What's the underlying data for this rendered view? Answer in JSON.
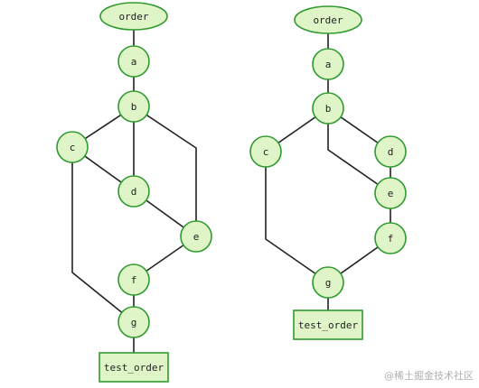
{
  "diagrams": [
    {
      "nodes": [
        {
          "id": "order",
          "label": "order",
          "shape": "ellipse"
        },
        {
          "id": "a",
          "label": "a",
          "shape": "circle"
        },
        {
          "id": "b",
          "label": "b",
          "shape": "circle"
        },
        {
          "id": "c",
          "label": "c",
          "shape": "circle"
        },
        {
          "id": "d",
          "label": "d",
          "shape": "circle"
        },
        {
          "id": "e",
          "label": "e",
          "shape": "circle"
        },
        {
          "id": "f",
          "label": "f",
          "shape": "circle"
        },
        {
          "id": "g",
          "label": "g",
          "shape": "circle"
        },
        {
          "id": "test_order",
          "label": "test_order",
          "shape": "rect"
        }
      ],
      "edges": [
        [
          "order",
          "a"
        ],
        [
          "a",
          "b"
        ],
        [
          "b",
          "c"
        ],
        [
          "b",
          "d"
        ],
        [
          "b",
          "e"
        ],
        [
          "c",
          "d"
        ],
        [
          "c",
          "g"
        ],
        [
          "d",
          "e"
        ],
        [
          "e",
          "f"
        ],
        [
          "f",
          "g"
        ],
        [
          "g",
          "test_order"
        ]
      ]
    },
    {
      "nodes": [
        {
          "id": "order",
          "label": "order",
          "shape": "ellipse"
        },
        {
          "id": "a",
          "label": "a",
          "shape": "circle"
        },
        {
          "id": "b",
          "label": "b",
          "shape": "circle"
        },
        {
          "id": "c",
          "label": "c",
          "shape": "circle"
        },
        {
          "id": "d",
          "label": "d",
          "shape": "circle"
        },
        {
          "id": "e",
          "label": "e",
          "shape": "circle"
        },
        {
          "id": "f",
          "label": "f",
          "shape": "circle"
        },
        {
          "id": "g",
          "label": "g",
          "shape": "circle"
        },
        {
          "id": "test_order",
          "label": "test_order",
          "shape": "rect"
        }
      ],
      "edges": [
        [
          "order",
          "a"
        ],
        [
          "a",
          "b"
        ],
        [
          "b",
          "c"
        ],
        [
          "b",
          "d"
        ],
        [
          "b",
          "e"
        ],
        [
          "d",
          "e"
        ],
        [
          "c",
          "g"
        ],
        [
          "e",
          "f"
        ],
        [
          "f",
          "g"
        ],
        [
          "g",
          "test_order"
        ]
      ]
    }
  ],
  "watermark": "@稀土掘金技术社区",
  "colors": {
    "node_fill": "#dff5c8",
    "node_stroke": "#2f9b2f",
    "edge": "#222222"
  }
}
